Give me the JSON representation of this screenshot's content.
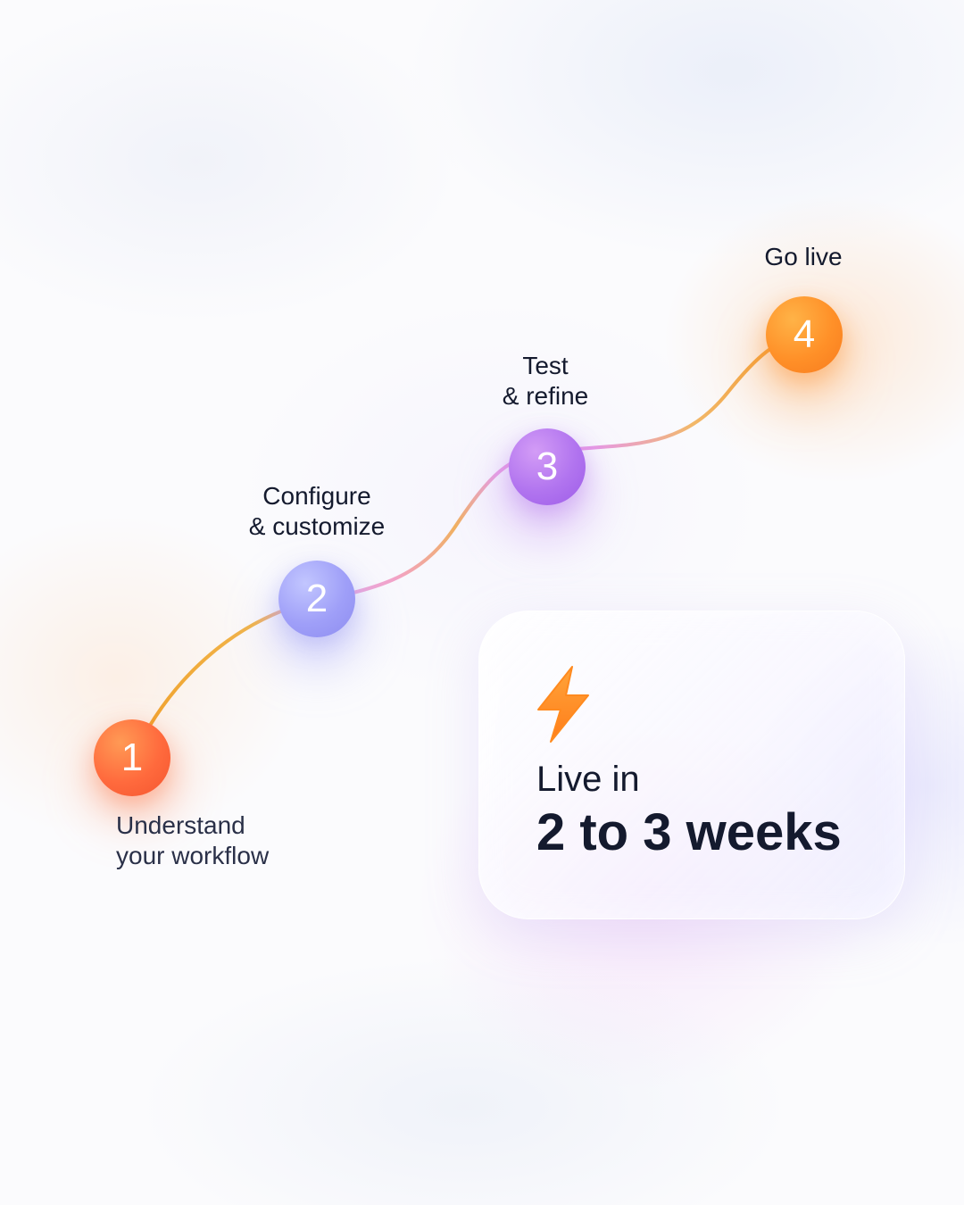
{
  "steps": [
    {
      "number": "1",
      "label_line1": "Understand",
      "label_line2": "your workflow"
    },
    {
      "number": "2",
      "label_line1": "Configure",
      "label_line2": "& customize"
    },
    {
      "number": "3",
      "label_line1": "Test",
      "label_line2": "& refine"
    },
    {
      "number": "4",
      "label_line1": "Go live"
    }
  ],
  "card": {
    "icon": "lightning-bolt-icon",
    "line1": "Live in",
    "line2": "2 to 3 weeks"
  },
  "colors": {
    "step1": "#ff6a3d",
    "step2": "#9f9ff8",
    "step3": "#b174ef",
    "step4": "#ff9028",
    "bolt": "#ff8a1f",
    "text": "#141a2e"
  }
}
